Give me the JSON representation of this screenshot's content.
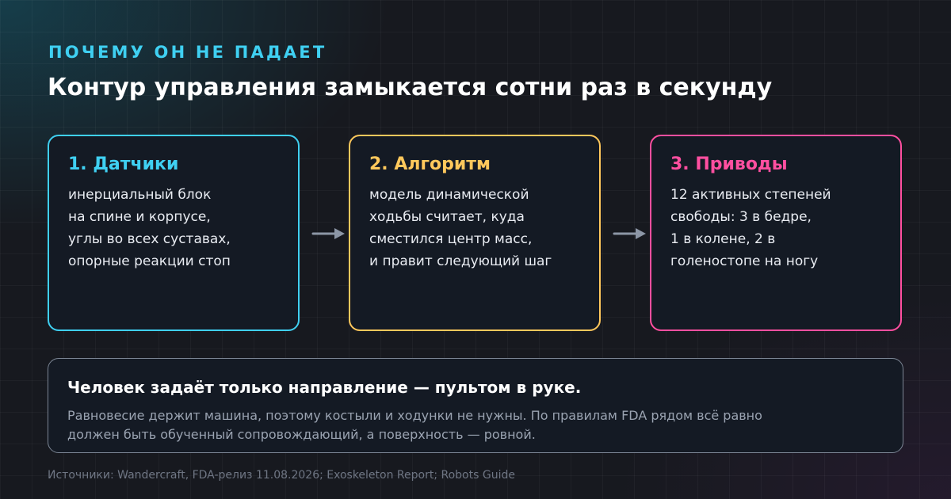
{
  "header": {
    "eyebrow": "ПОЧЕМУ ОН НЕ ПАДАЕТ",
    "title": "Контур управления замыкается сотни раз в секунду"
  },
  "steps": [
    {
      "title": "1. Датчики",
      "accent": "#3fd0f2",
      "lines": [
        "инерциальный блок",
        "на спине и корпусе,",
        "углы во всех суставах,",
        "опорные реакции стоп"
      ]
    },
    {
      "title": "2. Алгоритм",
      "accent": "#ffc85c",
      "lines": [
        "модель динамической",
        "ходьбы считает, куда",
        "сместился центр масс,",
        "и правит следующий шаг"
      ]
    },
    {
      "title": "3. Приводы",
      "accent": "#ff4fa0",
      "lines": [
        "12 активных степеней",
        "свободы: 3 в бедре,",
        "1 в колене, 2 в",
        "голеностопе на ногу"
      ]
    }
  ],
  "arrows": {
    "icon": "arrow-right-icon",
    "color": "#8c96a6"
  },
  "note": {
    "heading": "Человек задаёт только направление — пультом в руке.",
    "lines": [
      "Равновесие держит машина, поэтому костыли и ходунки не нужны. По правилам FDA рядом всё равно",
      "должен быть обученный сопровождающий, а поверхность — ровной."
    ]
  },
  "footer": {
    "sources": "Источники: Wandercraft, FDA-релиз 11.08.2026; Exoskeleton Report; Robots Guide"
  },
  "colors": {
    "background": "#17191f",
    "card_background": "#141a24",
    "eyebrow": "#3fd0f2",
    "note_border": "#7b8594"
  }
}
